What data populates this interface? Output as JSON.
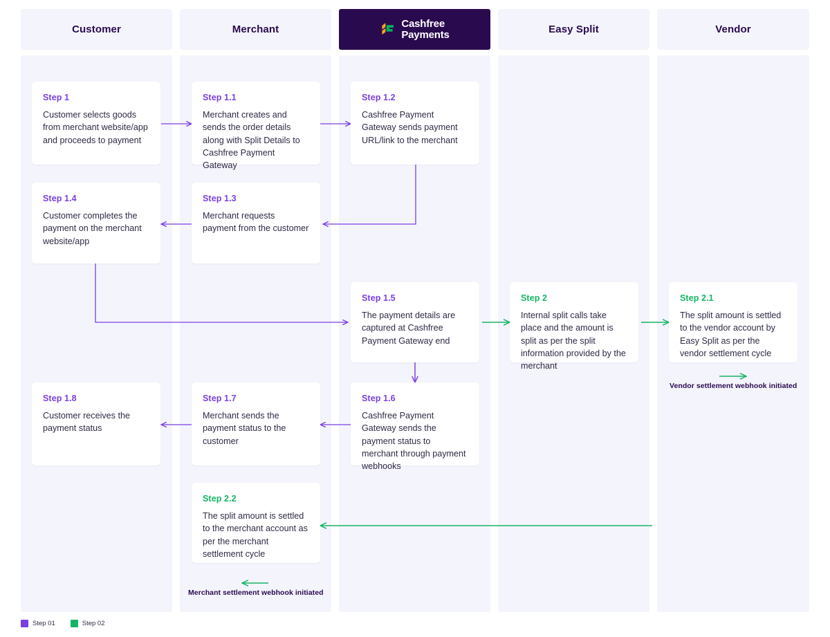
{
  "diagram": {
    "title": "Cashfree Easy Split payment flow",
    "colors": {
      "lane_bg": "#f4f4fc",
      "header_dark": "#2a0a4e",
      "step01_purple": "#7b3fe4",
      "step02_green": "#16b364",
      "arrow_purple": "#7b3fe4",
      "arrow_green": "#16b364",
      "text_dark": "#2f2a44",
      "logo_orange": "#f5a623",
      "logo_green": "#00b15d"
    }
  },
  "columns": [
    {
      "id": "customer",
      "label": "Customer",
      "style": "light"
    },
    {
      "id": "merchant",
      "label": "Merchant",
      "style": "light"
    },
    {
      "id": "cashfree",
      "label": "Cashfree Payments",
      "style": "dark",
      "logo": true,
      "logo_line1": "Cashfree",
      "logo_line2": "Payments"
    },
    {
      "id": "easysplit",
      "label": "Easy Split",
      "style": "light"
    },
    {
      "id": "vendor",
      "label": "Vendor",
      "style": "light"
    }
  ],
  "steps": [
    {
      "id": "step-1",
      "title": "Step 1",
      "group": "step01",
      "body": "Customer selects goods from merchant website/app and proceeds to payment",
      "column": "customer"
    },
    {
      "id": "step-1-1",
      "title": "Step 1.1",
      "group": "step01",
      "body": "Merchant creates and sends the order details along with Split Details to Cashfree Payment Gateway",
      "column": "merchant"
    },
    {
      "id": "step-1-2",
      "title": "Step 1.2",
      "group": "step01",
      "body": "Cashfree Payment Gateway sends payment URL/link to the merchant",
      "column": "cashfree"
    },
    {
      "id": "step-1-3",
      "title": "Step 1.3",
      "group": "step01",
      "body": "Merchant requests payment from the customer",
      "column": "merchant"
    },
    {
      "id": "step-1-4",
      "title": "Step 1.4",
      "group": "step01",
      "body": "Customer completes the payment on the merchant website/app",
      "column": "customer"
    },
    {
      "id": "step-1-5",
      "title": "Step 1.5",
      "group": "step01",
      "body": "The payment details are captured at Cashfree Payment Gateway end",
      "column": "cashfree"
    },
    {
      "id": "step-2",
      "title": "Step 2",
      "group": "step02",
      "body": "Internal split calls take place and the amount is split as per the split information provided by the merchant",
      "column": "easysplit"
    },
    {
      "id": "step-2-1",
      "title": "Step 2.1",
      "group": "step02",
      "body": "The split amount is settled to the vendor account by Easy Split as per the vendor settlement cycle",
      "column": "vendor"
    },
    {
      "id": "step-1-6",
      "title": "Step 1.6",
      "group": "step01",
      "body": "Cashfree Payment Gateway sends the payment status to merchant through payment webhooks",
      "column": "cashfree"
    },
    {
      "id": "step-1-7",
      "title": "Step 1.7",
      "group": "step01",
      "body": "Merchant sends the payment status to the customer",
      "column": "merchant"
    },
    {
      "id": "step-1-8",
      "title": "Step 1.8",
      "group": "step01",
      "body": "Customer receives the payment status",
      "column": "customer"
    },
    {
      "id": "step-2-2",
      "title": "Step 2.2",
      "group": "step02",
      "body": "The split amount is settled to the merchant account as per the merchant settlement cycle",
      "column": "merchant"
    }
  ],
  "webhook_notes": [
    {
      "id": "vendor-settlement-note",
      "text": "Vendor settlement webhook initiated"
    },
    {
      "id": "merchant-settlement-note",
      "text": "Merchant settlement webhook initiated"
    }
  ],
  "legend": [
    {
      "label": "Step 01",
      "color": "#7b3fe4"
    },
    {
      "label": "Step 02",
      "color": "#16b364"
    }
  ]
}
